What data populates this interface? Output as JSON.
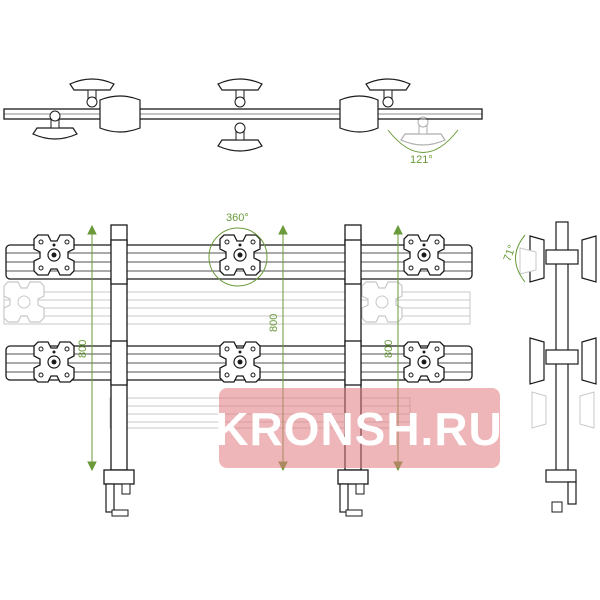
{
  "dimensions": {
    "top_view_angle": "121°",
    "rotation": "360°",
    "tilt_angle": "71°",
    "height_left": "800",
    "height_middle": "800",
    "height_right": "800"
  },
  "watermark": {
    "text": "KRONSH.RU"
  },
  "colors": {
    "line": "#1a1a1a",
    "dimension": "#6a9a3a",
    "ghost": "#c8c8c8",
    "watermark_bg": "#e07a80"
  }
}
